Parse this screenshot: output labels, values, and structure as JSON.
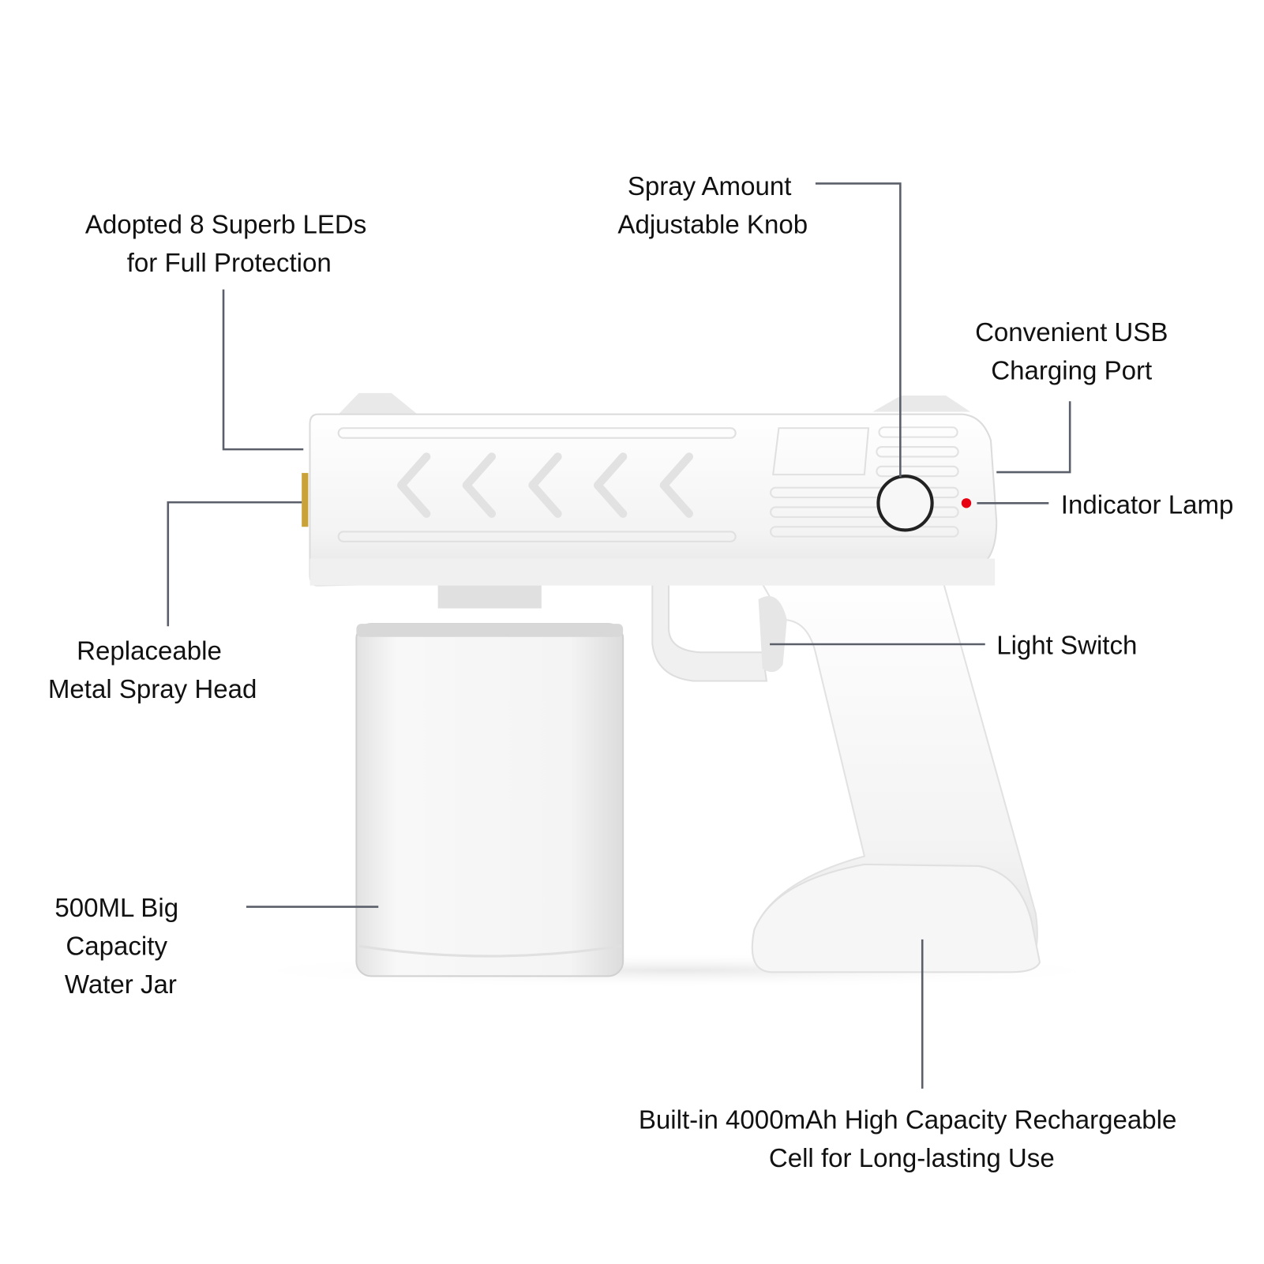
{
  "labels": {
    "leds": [
      "Adopted 8 Superb LEDs",
      "for Full Protection"
    ],
    "knob": [
      "Spray Amount",
      "Adjustable Knob"
    ],
    "usb": [
      "Convenient USB",
      "Charging Port"
    ],
    "indicator": [
      "Indicator Lamp"
    ],
    "spray_head": [
      "Replaceable",
      "Metal Spray Head"
    ],
    "light_switch": [
      "Light Switch"
    ],
    "water_jar": [
      "500ML Big",
      "Capacity",
      "Water Jar"
    ],
    "battery": [
      "Built-in 4000mAh High Capacity Rechargeable",
      "Cell for Long-lasting Use"
    ]
  },
  "colors": {
    "indicator_lamp": "#e60012",
    "leader_line": "#5a5f6a",
    "body": "#f4f4f4"
  }
}
